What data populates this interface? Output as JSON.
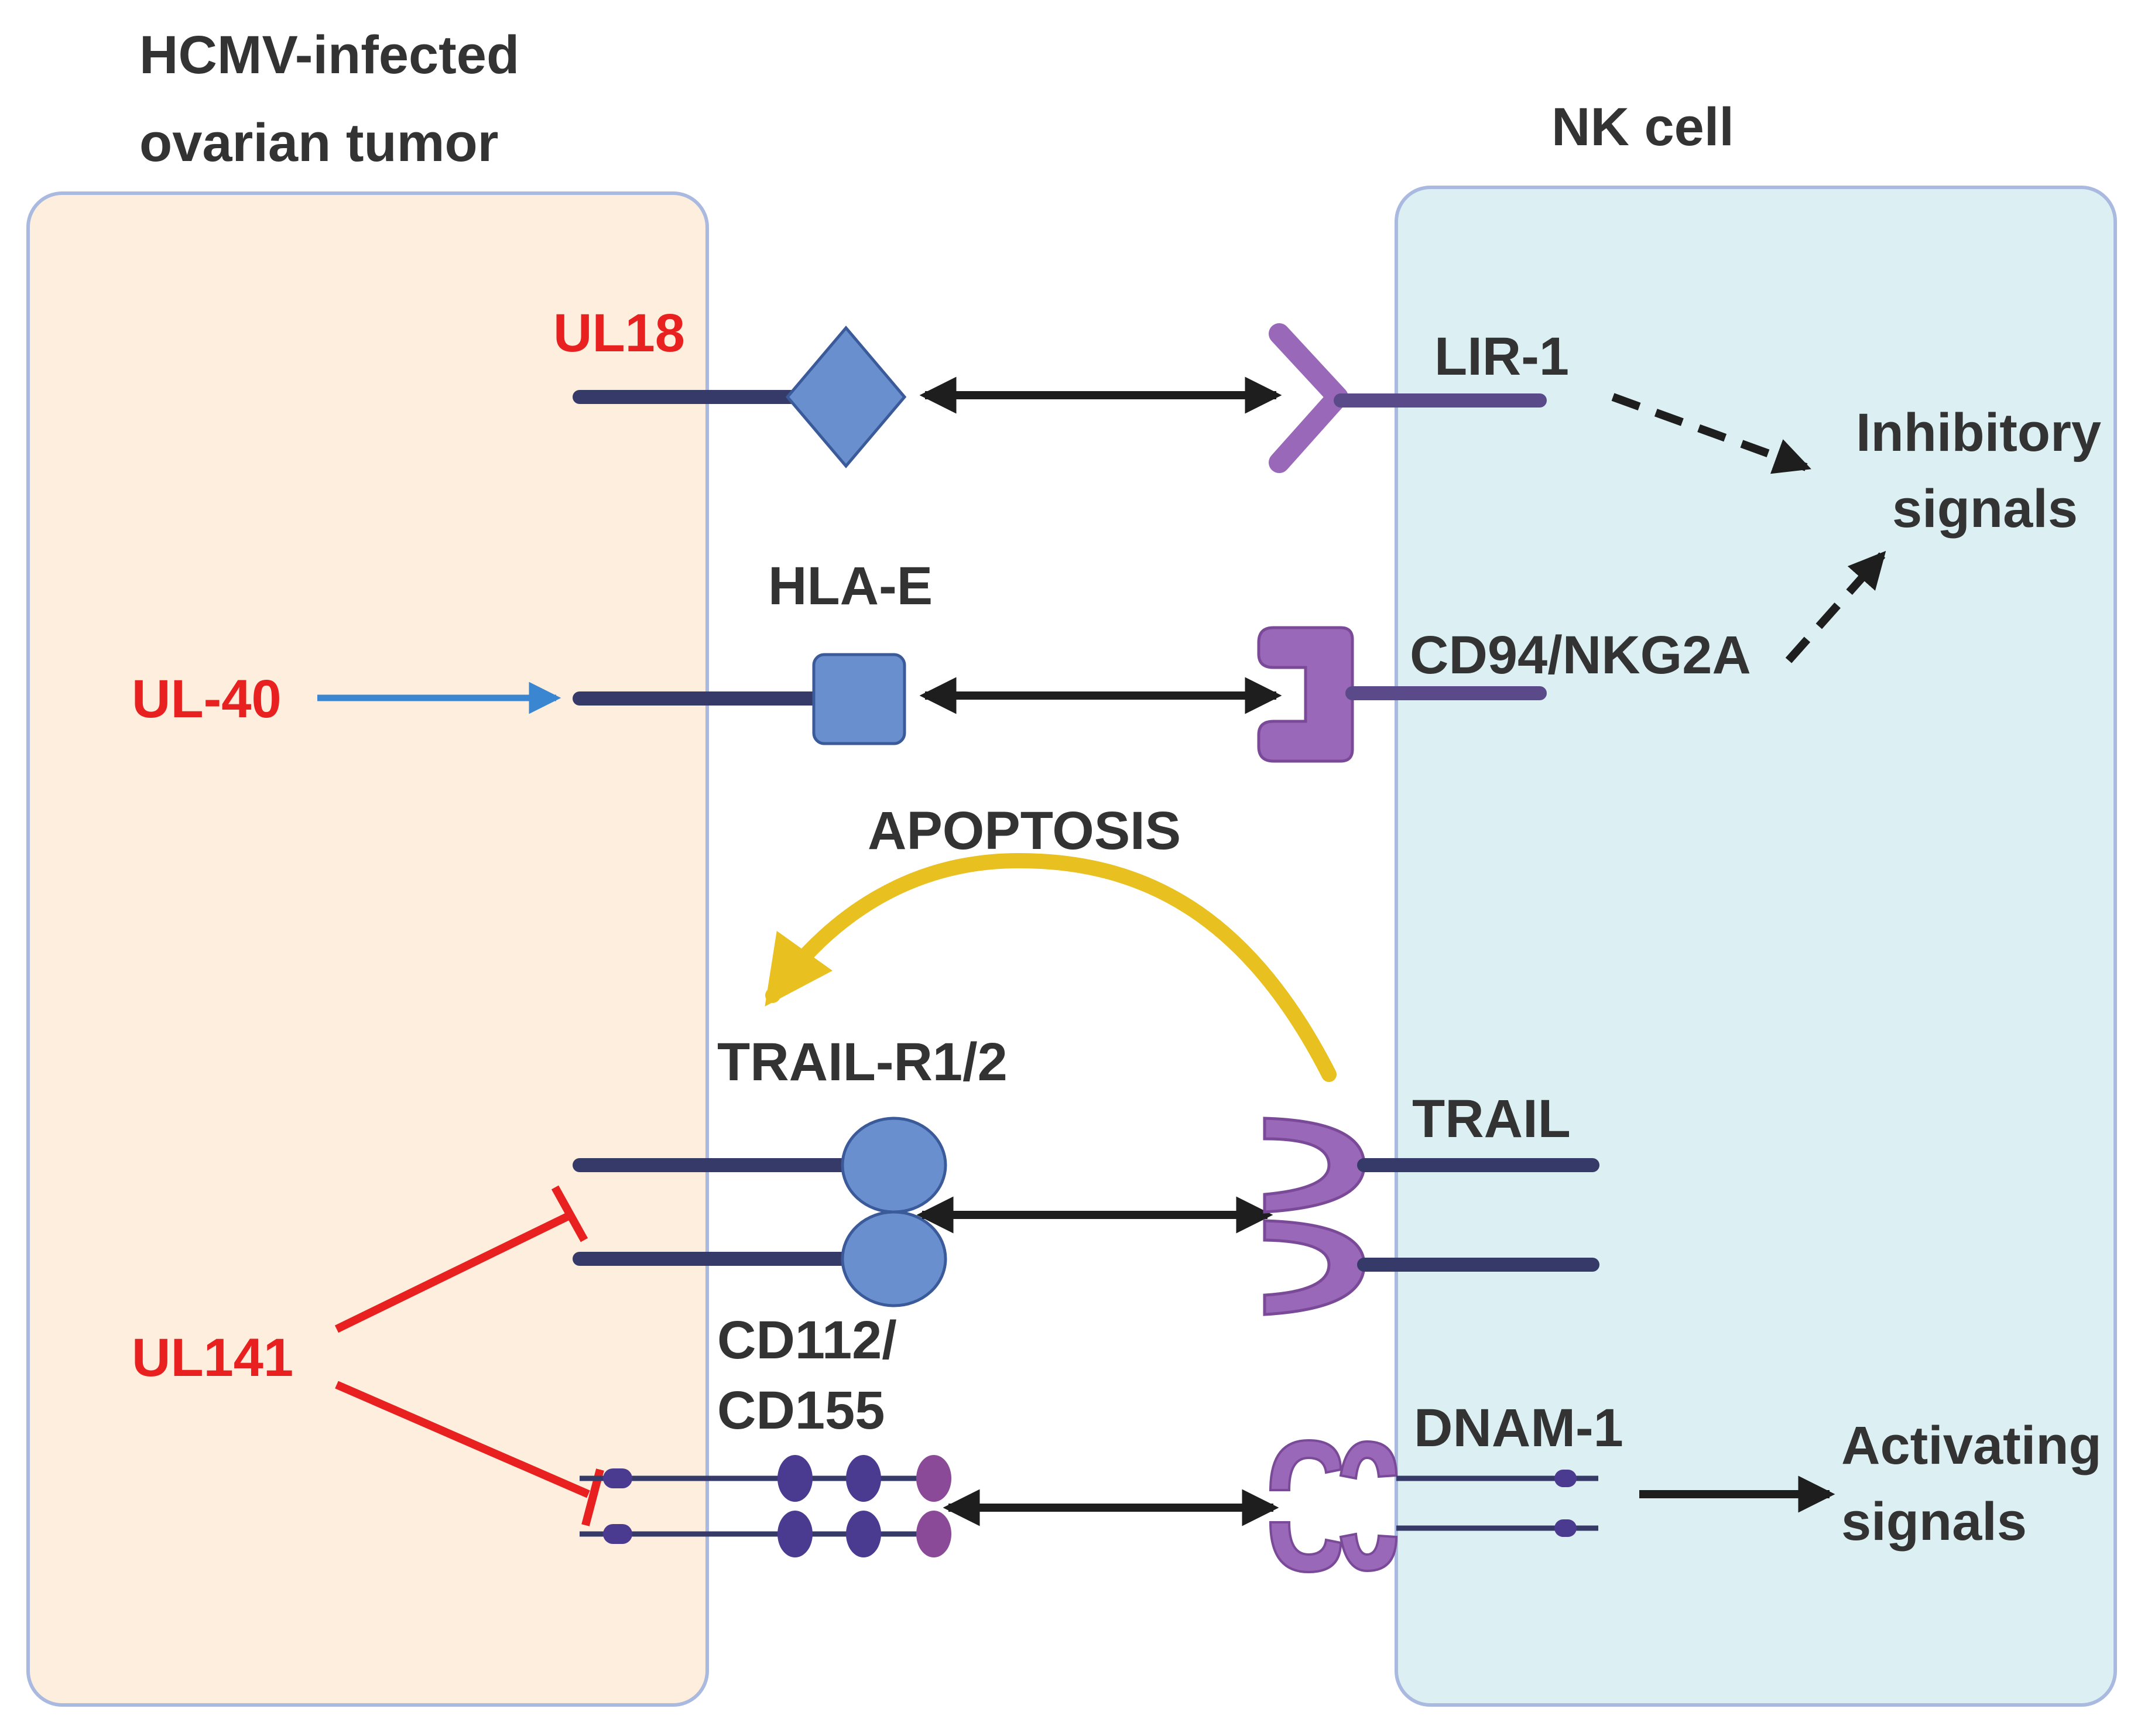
{
  "titles": {
    "tumor_line1": "HCMV-infected",
    "tumor_line2": "ovarian tumor",
    "nk_cell": "NK cell"
  },
  "viral_genes": {
    "ul18": "UL18",
    "ul40": "UL-40",
    "ul141": "UL141"
  },
  "ligands": {
    "hla_e": "HLA-E",
    "trail_r": "TRAIL-R1/2",
    "cd112_line1": "CD112/",
    "cd112_line2": "CD155"
  },
  "receptors": {
    "lir1": "LIR-1",
    "cd94": "CD94/NKG2A",
    "trail": "TRAIL",
    "dnam1": "DNAM-1"
  },
  "outcomes": {
    "apoptosis": "APOPTOSIS",
    "inhibitory_line1": "Inhibitory",
    "inhibitory_line2": "signals",
    "activating_line1": "Activating",
    "activating_line2": "signals"
  },
  "colors": {
    "tumor_fill": "#fdeedd",
    "nk_fill": "#dcf0f3",
    "panel_border": "#a9b9df",
    "ligand": "#6a8fcf",
    "receptor": "#9a68b8",
    "membrane_line": "#353a68",
    "viral_text": "#e8201f",
    "apoptosis_arrow": "#e8c020",
    "ul40_arrow": "#3a86d0"
  }
}
